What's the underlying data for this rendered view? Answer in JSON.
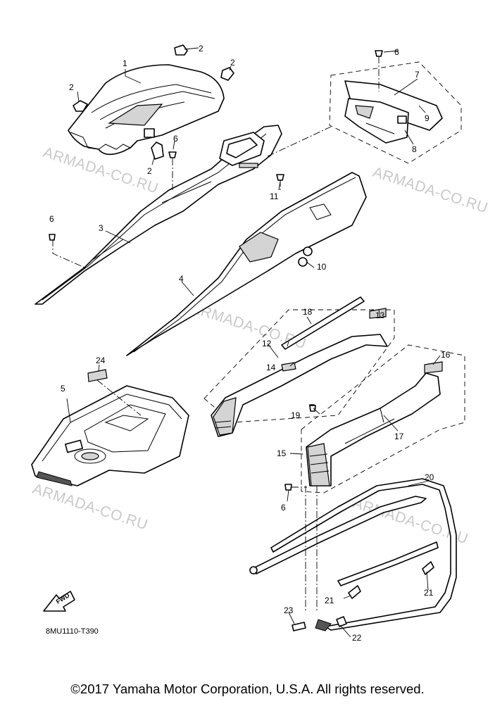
{
  "watermark": "ARMADA-CO.RU",
  "drawing_code": "8MU1110-T390",
  "fwd_label": "FWD",
  "copyright": "©2017 Yamaha Motor Corporation, U.S.A. All rights reserved.",
  "callouts": {
    "c1": "1",
    "c2a": "2",
    "c2b": "2",
    "c2c": "2",
    "c2d": "2",
    "c3": "3",
    "c4": "4",
    "c5": "5",
    "c6a": "6",
    "c6b": "6",
    "c6c": "6",
    "c6d": "6",
    "c7": "7",
    "c8": "8",
    "c9": "9",
    "c10": "10",
    "c11": "11",
    "c12": "12",
    "c13": "13",
    "c14": "14",
    "c15": "15",
    "c16": "16",
    "c17": "17",
    "c18": "18",
    "c19": "19",
    "c20": "20",
    "c21a": "21",
    "c21b": "21",
    "c22": "22",
    "c23": "23",
    "c24": "24"
  }
}
